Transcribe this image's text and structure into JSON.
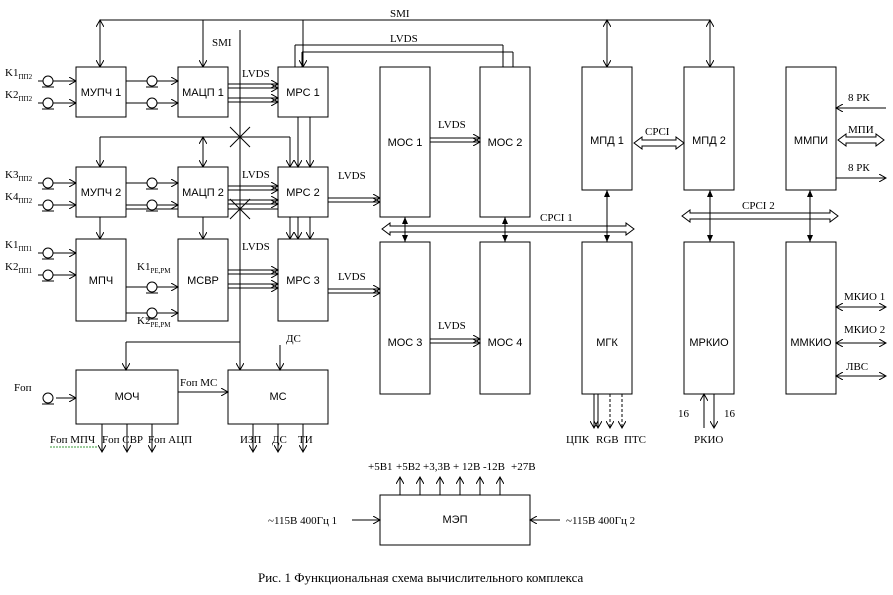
{
  "blocks": {
    "mupch1": "МУПЧ 1",
    "mupch2": "МУПЧ 2",
    "mpch": "МПЧ",
    "matsp1": "МАЦП 1",
    "matsp2": "МАЦП 2",
    "msvr": "МСВР",
    "mrs1": "МРС 1",
    "mrs2": "МРС 2",
    "mrs3": "МРС 3",
    "mos1": "МОС 1",
    "mos2": "МОС 2",
    "mos3": "МОС 3",
    "mos4": "МОС 4",
    "mpd1": "МПД 1",
    "mpd2": "МПД 2",
    "mmpi": "ММПИ",
    "mgk": "МГК",
    "mrkio": "МРКИО",
    "mmkio": "ММКИО",
    "moch": "МОЧ",
    "ms": "МС",
    "mep": "МЭП"
  },
  "buses": {
    "smi_top": "SMI",
    "smi_side": "SMI",
    "lvds_top": "LVDS",
    "cpci1": "CPCI 1",
    "cpci2": "CPCI 2",
    "cpci_pd": "CPCI"
  },
  "links": {
    "lvds_mrs1": "LVDS",
    "lvds_mrs2_in": "LVDS",
    "lvds_mrs2_out": "LVDS",
    "lvds_mrs3_in": "LVDS",
    "lvds_mrs3_out": "LVDS",
    "lvds_mos12": "LVDS",
    "lvds_mos34": "LVDS"
  },
  "inputs": {
    "k1_main": "K1",
    "k1_sub": "ПП2",
    "k2_main": "K2",
    "k2_sub": "ПП2",
    "k3_main": "K3",
    "k3_sub": "ПП2",
    "k4_main": "K4",
    "k4_sub": "ПП2",
    "k1b_main": "K1",
    "k1b_sub": "ПП1",
    "k2b_main": "K2",
    "k2b_sub": "ПП1",
    "k1r_main": "K1",
    "k1r_sub": "РЕ,РМ",
    "k2r_main": "K2",
    "k2r_sub": "РЕ,РМ",
    "fop": "Fоп",
    "fop_ms": "Fоп МС",
    "ds_in": "ДС"
  },
  "outputs": {
    "fop_mpch": "Fоп МПЧ",
    "fop_svr": "Fоп СВР",
    "fop_atsp": "Fоп АЦП",
    "izp": "ИЗП",
    "ds": "ДС",
    "ti": "ТИ",
    "tspk": "ЦПК",
    "rgb": "RGB",
    "pts": "ПТС",
    "rkio": "РКИО",
    "n16a": "16",
    "n16b": "16",
    "rk_in": "8  РК",
    "mpi": "МПИ",
    "rk_out": "8  РК",
    "mkio1": "МКИО 1",
    "mkio2": "МКИО 2",
    "lvs": "ЛВС"
  },
  "power": {
    "v1": "+5В1",
    "v2": "+5В2",
    "v3": "+3,3В",
    "v4": "+ 12В",
    "v5": "-12В",
    "v6": "+27В",
    "in1": "~115В 400Гц  1",
    "in2": "~115В 400Гц 2"
  },
  "caption": "Рис. 1 Функциональная схема вычислительного комплекса"
}
